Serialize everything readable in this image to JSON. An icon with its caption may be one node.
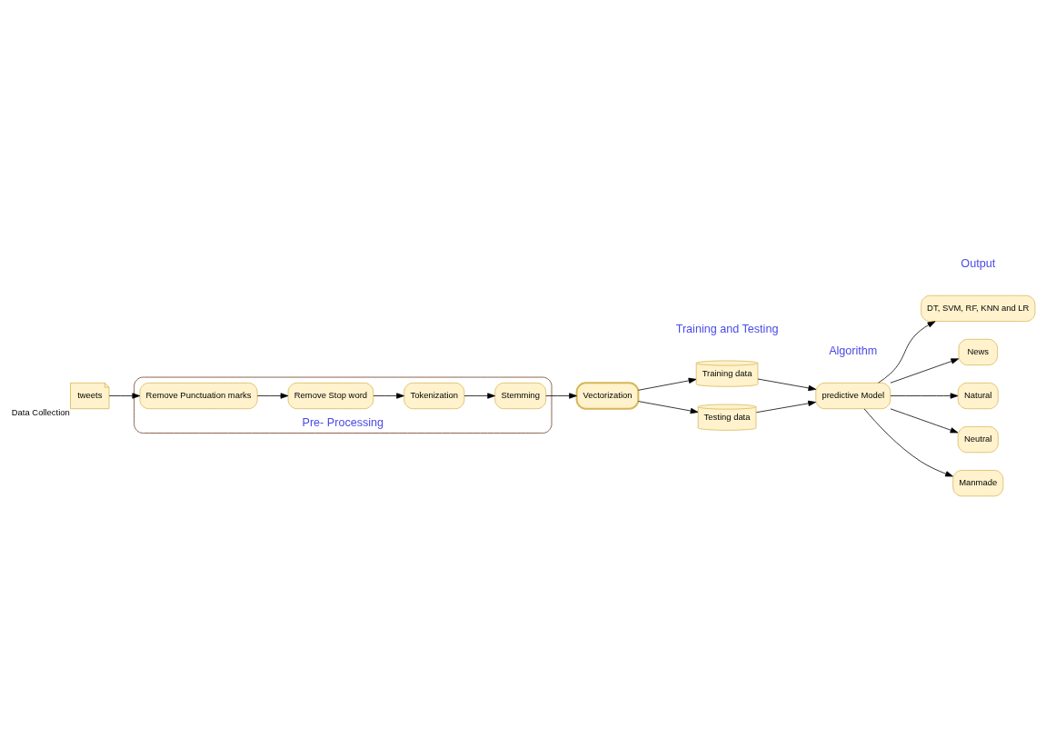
{
  "diagram": {
    "nodes": [
      {
        "text": [
          "tweets"
        ],
        "beside": [
          "Data Collection"
        ]
      },
      {
        "text": [
          "Pre- Processing"
        ]
      },
      {
        "text": [
          "Remove Punctuation marks"
        ],
        "in": 1
      },
      {
        "text": [
          "Remove Stop word"
        ],
        "in": 1
      },
      {
        "text": [
          "Tokenization"
        ],
        "in": 1
      },
      {
        "text": [
          "Stemming"
        ],
        "in": 1
      },
      {
        "text": [
          "Vectorization"
        ]
      },
      {
        "text": [
          "Training data"
        ]
      },
      {
        "text": [
          "Testing data"
        ]
      },
      {
        "text": [
          "DT, SVM, RF, KNN and LR"
        ]
      },
      {
        "text": [
          "predictive Model"
        ]
      },
      {
        "text": [
          "News"
        ]
      },
      {
        "text": [
          "Natural"
        ]
      },
      {
        "text": [
          "Neutral"
        ]
      },
      {
        "text": [
          "Manmade"
        ]
      }
    ],
    "edges": [
      {
        "from": 0,
        "to": 2,
        "arrow": "to"
      },
      {
        "from": 2,
        "to": 3,
        "arrow": "to"
      },
      {
        "from": 3,
        "to": 4,
        "arrow": "to"
      },
      {
        "from": 4,
        "to": 5,
        "arrow": "to"
      },
      {
        "from": 5,
        "to": 6,
        "arrow": "to"
      },
      {
        "from": 6,
        "to": 7,
        "arrow": "to"
      },
      {
        "from": 6,
        "to": 8,
        "arrow": "to"
      },
      {
        "from": 7,
        "to": 10,
        "arrow": "to"
      },
      {
        "from": 8,
        "to": 10,
        "arrow": "to"
      },
      {
        "from": 10,
        "to": 9,
        "arrow": "to"
      },
      {
        "from": 10,
        "to": 11,
        "arrow": "to"
      },
      {
        "from": 10,
        "to": 12,
        "arrow": "to"
      },
      {
        "from": 10,
        "to": 13,
        "arrow": "to"
      },
      {
        "from": 10,
        "to": 14,
        "arrow": "to"
      }
    ],
    "labels": [
      "Training and Testing",
      "Algorithm",
      "Output"
    ]
  }
}
